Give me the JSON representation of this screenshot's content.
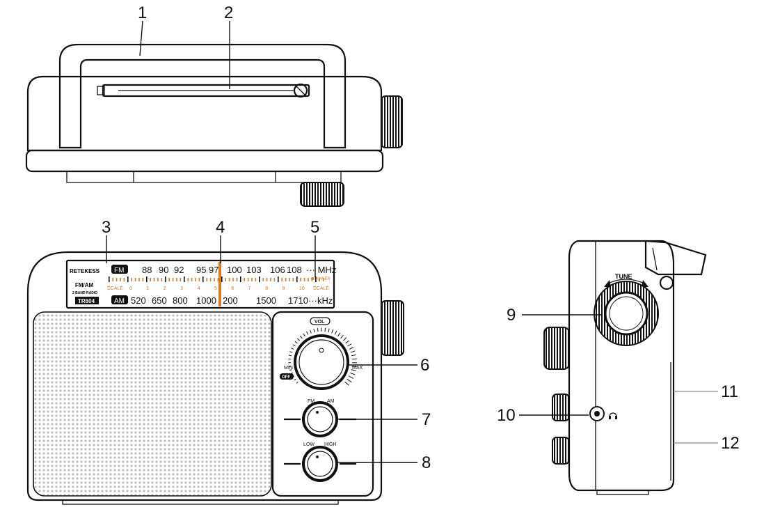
{
  "callouts": [
    "1",
    "2",
    "3",
    "4",
    "5",
    "6",
    "7",
    "8",
    "9",
    "10",
    "11",
    "12"
  ],
  "dial": {
    "brand": "RETEKESS",
    "model_line1": "FM/AM",
    "model_line2": "2 BAND RADIO",
    "model_code": "TR604",
    "fm_badge": "FM",
    "am_badge": "AM",
    "fm_scale": [
      "88",
      "90",
      "92",
      "95",
      "97",
      "100",
      "103",
      "106",
      "108"
    ],
    "fm_unit": "··· MHz",
    "am_scale": [
      "520",
      "650",
      "800",
      "1000",
      "200",
      "1500",
      "1710···"
    ],
    "am_unit": "kHz",
    "scale_label": "SCALE",
    "scale_ticks": [
      "0",
      "1",
      "2",
      "3",
      "4",
      "5",
      "6",
      "7",
      "8",
      "9",
      "10"
    ],
    "power_label": "POWER"
  },
  "controls": {
    "vol": "VOL",
    "min": "MIN",
    "max": "MAX",
    "off": "OFF",
    "band_left": "FM",
    "band_right": "AM",
    "tone_left": "LOW",
    "tone_right": "HIGH",
    "tune": "TUNE"
  },
  "colors": {
    "ink": "#111111",
    "accent": "#e07a20",
    "grille": "#dddddd"
  }
}
